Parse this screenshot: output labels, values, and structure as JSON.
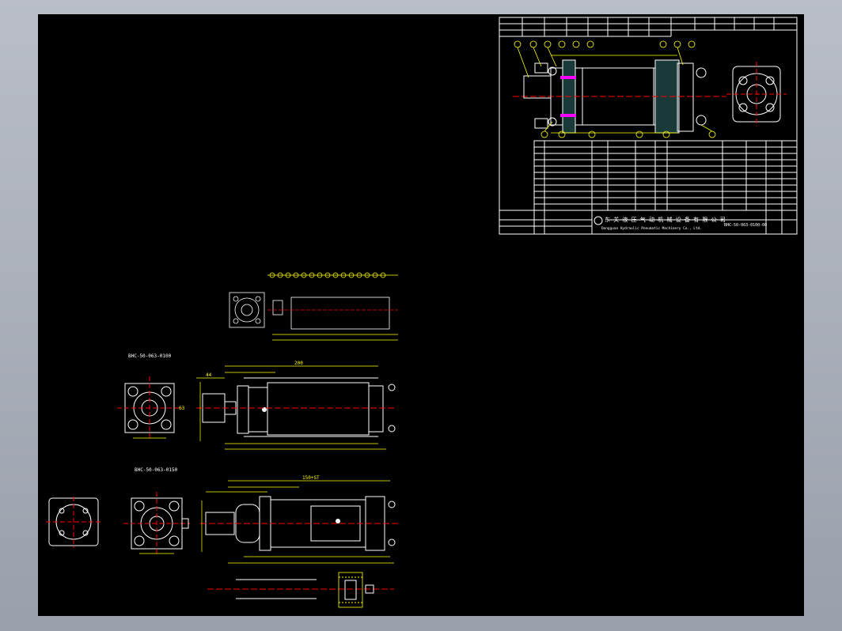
{
  "drawing": {
    "label_top_view": "BHC-50-063-0100",
    "label_bottom_view": "BHC-50-063-0150",
    "dim_total_top": "200",
    "dim_total_bottom": "150+ST",
    "dim_bore": "63",
    "dim_left": "44",
    "title_block": {
      "company_cn": "东 关 液 压 气 动 机 械 设 备 有 限 公 司",
      "company_en": "Dongguan Hydraulic Pneumatic Machinery Co., Ltd.",
      "drawing_no": "BHC-50-063-0100-00"
    }
  },
  "colors": {
    "background": "#000000",
    "frame": "#b9bec8",
    "lines": "#ffffff",
    "dimensions": "#ffff00",
    "accents": "#00ffff",
    "center_lines": "#ff0000"
  }
}
